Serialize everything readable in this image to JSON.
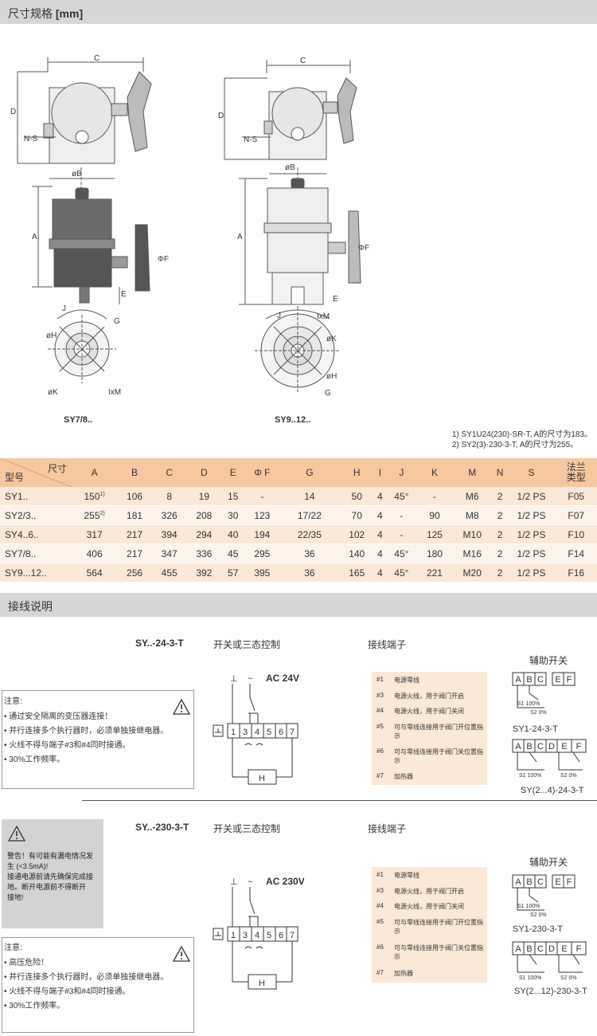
{
  "section1": {
    "title": "尺寸规格",
    "unit": "[mm]"
  },
  "drawings": {
    "left": {
      "caption": "SY7/8..",
      "labels": {
        "c": "C",
        "d": "D",
        "ns": "N-S",
        "b": "øB",
        "a": "A",
        "f": "ΦF",
        "e": "E",
        "j": "J",
        "g": "G",
        "h": "øH",
        "k": "øK",
        "ixm": "IxM"
      }
    },
    "right": {
      "caption": "SY9..12..",
      "labels": {
        "c": "C",
        "d": "D",
        "ns": "N-S",
        "b": "øB",
        "a": "A",
        "f": "ΦF",
        "e": "E",
        "j": "J",
        "g": "G",
        "h": "øH",
        "k": "øK",
        "ixm": "IxM"
      }
    }
  },
  "footnotes": [
    "1) SY1U24(230)-SR-T, A的尺寸为183。",
    "2) SY2(3)-230-3-T, A的尺寸为255。"
  ],
  "table": {
    "corner_top": "尺寸",
    "corner_bottom": "型号",
    "columns": [
      "A",
      "B",
      "C",
      "D",
      "E",
      "Φ F",
      "G",
      "H",
      "I",
      "J",
      "K",
      "M",
      "N",
      "S"
    ],
    "last_column": [
      "法兰",
      "类型"
    ],
    "rows": [
      {
        "model": "SY1..",
        "a": "150",
        "a_sup": "1)",
        "b": "106",
        "c": "8",
        "d": "19",
        "e": "15",
        "f": "-",
        "g": "14",
        "h": "50",
        "i": "4",
        "j": "45°",
        "k": "-",
        "m": "M6",
        "n": "2",
        "s": "1/2 PS",
        "flange": "F05"
      },
      {
        "model": "SY2/3..",
        "a": "255",
        "a_sup": "2)",
        "b": "181",
        "c": "326",
        "d": "208",
        "e": "30",
        "f": "123",
        "g": "17/22",
        "h": "70",
        "i": "4",
        "j": "-",
        "k": "90",
        "m": "M8",
        "n": "2",
        "s": "1/2 PS",
        "flange": "F07"
      },
      {
        "model": "SY4..6..",
        "a": "317",
        "a_sup": "",
        "b": "217",
        "c": "394",
        "d": "294",
        "e": "40",
        "f": "194",
        "g": "22/35",
        "h": "102",
        "i": "4",
        "j": "-",
        "k": "125",
        "m": "M10",
        "n": "2",
        "s": "1/2 PS",
        "flange": "F10"
      },
      {
        "model": "SY7/8..",
        "a": "406",
        "a_sup": "",
        "b": "217",
        "c": "347",
        "d": "336",
        "e": "45",
        "f": "295",
        "g": "36",
        "h": "140",
        "i": "4",
        "j": "45°",
        "k": "180",
        "m": "M16",
        "n": "2",
        "s": "1/2 PS",
        "flange": "F14"
      },
      {
        "model": "SY9...12..",
        "a": "564",
        "a_sup": "",
        "b": "256",
        "c": "455",
        "d": "392",
        "e": "57",
        "f": "395",
        "g": "36",
        "h": "165",
        "i": "4",
        "j": "45°",
        "k": "221",
        "m": "M20",
        "n": "2",
        "s": "1/2 PS",
        "flange": "F16"
      }
    ]
  },
  "section2": {
    "title": "接线说明"
  },
  "block24": {
    "model": "SY..-24-3-T",
    "control": "开关或三态控制",
    "terminals_title": "接线端子",
    "aux_title": "辅助开关",
    "voltage": "AC 24V",
    "ground": "⊥",
    "tilde": "~",
    "heater": "H",
    "terminals": [
      "1",
      "3",
      "4",
      "5",
      "6",
      "7"
    ],
    "notes_title": "注意:",
    "notes": [
      "• 通过安全隔离的变压器连接！",
      "• 并行连接多个执行器时，必须单独接继电器。",
      "• 火线不得与端子#3和#4同时接通。",
      "• 30%工作频率。"
    ],
    "terminal_list": [
      {
        "no": "#1",
        "text": "电源零线"
      },
      {
        "no": "#3",
        "text": "电源火线，用于阀门开启"
      },
      {
        "no": "#4",
        "text": "电源火线，用于阀门关闭"
      },
      {
        "no": "#5",
        "text": "可与零线连接用于阀门开位置指示"
      },
      {
        "no": "#6",
        "text": "可与零线连接用于阀门关位置指示"
      },
      {
        "no": "#7",
        "text": "加热器"
      }
    ],
    "aux1": {
      "letters": [
        "A",
        "B",
        "C",
        "E",
        "F"
      ],
      "s1": "S1 100%",
      "s2": "S2 0%",
      "caption": "SY1-24-3-T"
    },
    "aux2": {
      "letters": [
        "A",
        "B",
        "C",
        "D",
        "E",
        "F"
      ],
      "s1": "S1 100%",
      "s2": "S2 0%",
      "caption": "SY(2...4)-24-3-T"
    }
  },
  "block230": {
    "model": "SY..-230-3-T",
    "control": "开关或三态控制",
    "terminals_title": "接线端子",
    "aux_title": "辅助开关",
    "voltage": "AC 230V",
    "ground": "⊥",
    "tilde": "~",
    "heater": "H",
    "terminals": [
      "1",
      "3",
      "4",
      "5",
      "6",
      "7"
    ],
    "warning": [
      "警告！有可能有漏电情况发",
      "生 (<3.5mA)!",
      "接通电源前请先确保完成接",
      "地。断开电源前不得断开",
      "接地!"
    ],
    "notes_title": "注意:",
    "notes": [
      "• 高压危险！",
      "• 并行连接多个执行器时，必须单独接继电器。",
      "• 火线不得与端子#3和#4同时接通。",
      "• 30%工作频率。"
    ],
    "terminal_list": [
      {
        "no": "#1",
        "text": "电源零线"
      },
      {
        "no": "#3",
        "text": "电源火线，用于阀门开启"
      },
      {
        "no": "#4",
        "text": "电源火线，用于阀门关闭"
      },
      {
        "no": "#5",
        "text": "可与零线连接用于阀门开位置指示"
      },
      {
        "no": "#6",
        "text": "可与零线连接用于阀门关位置指示"
      },
      {
        "no": "#7",
        "text": "加热器"
      }
    ],
    "aux1": {
      "letters": [
        "A",
        "B",
        "C",
        "E",
        "F"
      ],
      "s1": "S1 100%",
      "s2": "S2 0%",
      "caption": "SY1-230-3-T"
    },
    "aux2": {
      "letters": [
        "A",
        "B",
        "C",
        "D",
        "E",
        "F"
      ],
      "s1": "S1 100%",
      "s2": "S2 0%",
      "caption": "SY(2...12)-230-3-T"
    }
  }
}
